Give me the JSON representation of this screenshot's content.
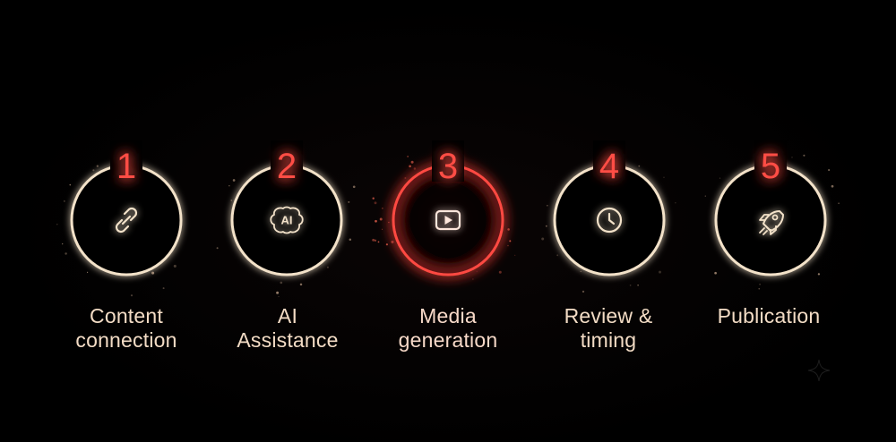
{
  "colors": {
    "background": "#000000",
    "ring_default": "#f3e2c9",
    "ring_active": "#ff4a42",
    "number_color": "#ff4d44",
    "connector_default": "#efe0c8",
    "connector_active": "#ff4a42",
    "label_color": "#f3dcc5"
  },
  "active_step": 3,
  "steps": [
    {
      "number": "1",
      "icon": "link-icon",
      "label_lines": [
        "Content",
        "connection"
      ]
    },
    {
      "number": "2",
      "icon": "ai-brain-icon",
      "icon_text": "AI",
      "label_lines": [
        "AI",
        "Assistance"
      ]
    },
    {
      "number": "3",
      "icon": "play-video-icon",
      "label_lines": [
        "Media",
        "generation"
      ]
    },
    {
      "number": "4",
      "icon": "clock-icon",
      "label_lines": [
        "Review &",
        "timing"
      ]
    },
    {
      "number": "5",
      "icon": "rocket-icon",
      "label_lines": [
        "Publication"
      ]
    }
  ]
}
